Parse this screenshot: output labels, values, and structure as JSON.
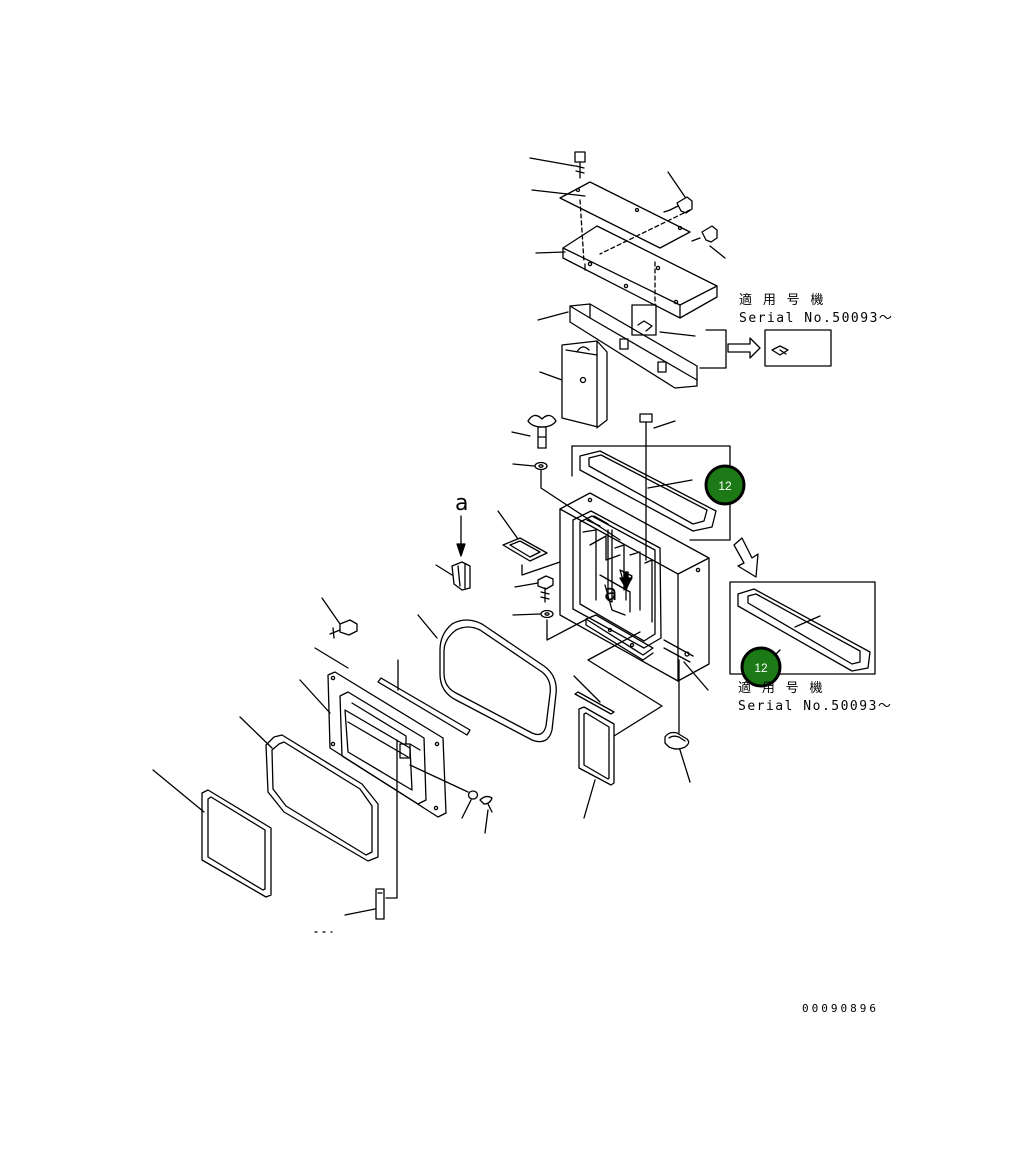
{
  "notes": [
    {
      "line1": "適 用 号 機",
      "line2": "Serial No.50093～"
    },
    {
      "line1": "適 用 号 機",
      "line2": "Serial No.50093～"
    }
  ],
  "callouts": [
    {
      "label": "12",
      "color": "#1b7a16"
    },
    {
      "label": "12",
      "color": "#1b7a16"
    }
  ],
  "view_letters": [
    "a",
    "a"
  ],
  "drawing_code": "00090896",
  "colors": {
    "line": "#000000",
    "badge": "#1b7a16",
    "badge_border": "#000000"
  }
}
